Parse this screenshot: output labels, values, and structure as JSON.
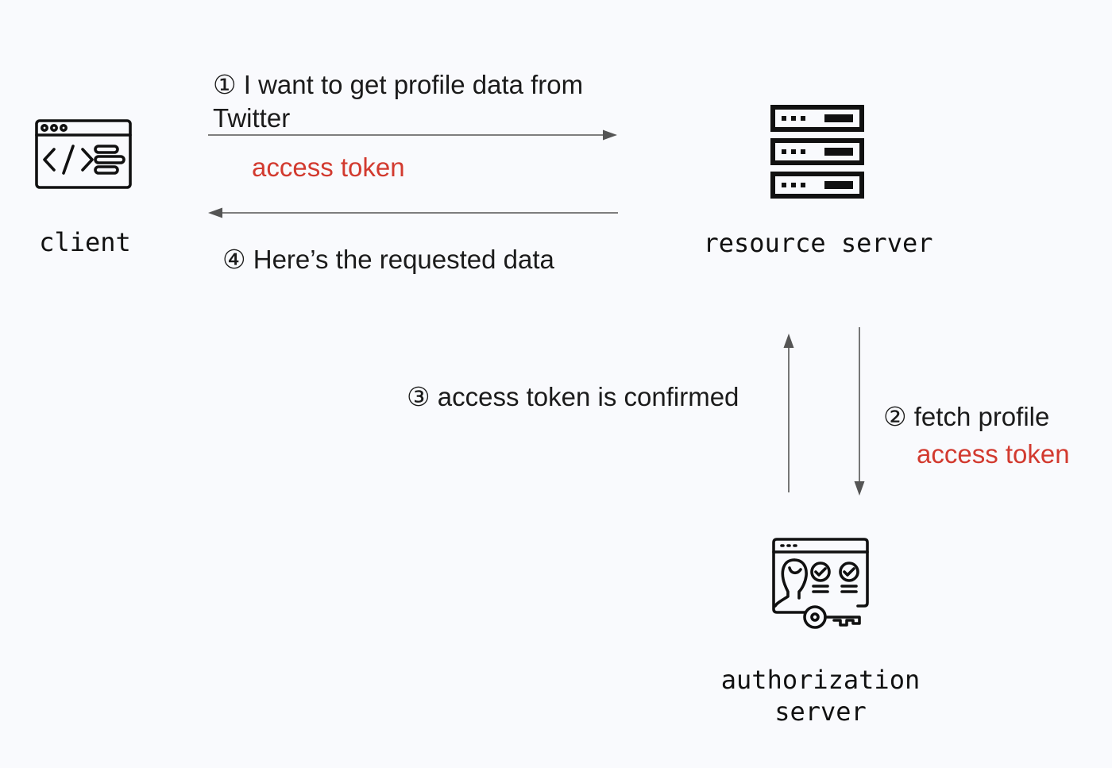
{
  "nodes": {
    "client": {
      "label": "client",
      "icon": "code-window-icon"
    },
    "resource_server": {
      "label": "resource server",
      "icon": "server-rack-icon"
    },
    "authorization_server": {
      "label_line1": "authorization",
      "label_line2": "server",
      "icon": "user-key-verification-icon"
    }
  },
  "edges": {
    "step1": {
      "text_line1": "① I want to get profile data from",
      "text_line2": "Twitter",
      "token": "access token"
    },
    "step2": {
      "text": "② fetch profile",
      "token": "access token"
    },
    "step3": {
      "text": "③ access token is confirmed"
    },
    "step4": {
      "text": "④ Here’s the requested data"
    }
  },
  "colors": {
    "background": "#f9fafd",
    "text": "#1b1b1b",
    "token": "#d23a2f",
    "arrow": "#555555",
    "icon": "#111111"
  }
}
